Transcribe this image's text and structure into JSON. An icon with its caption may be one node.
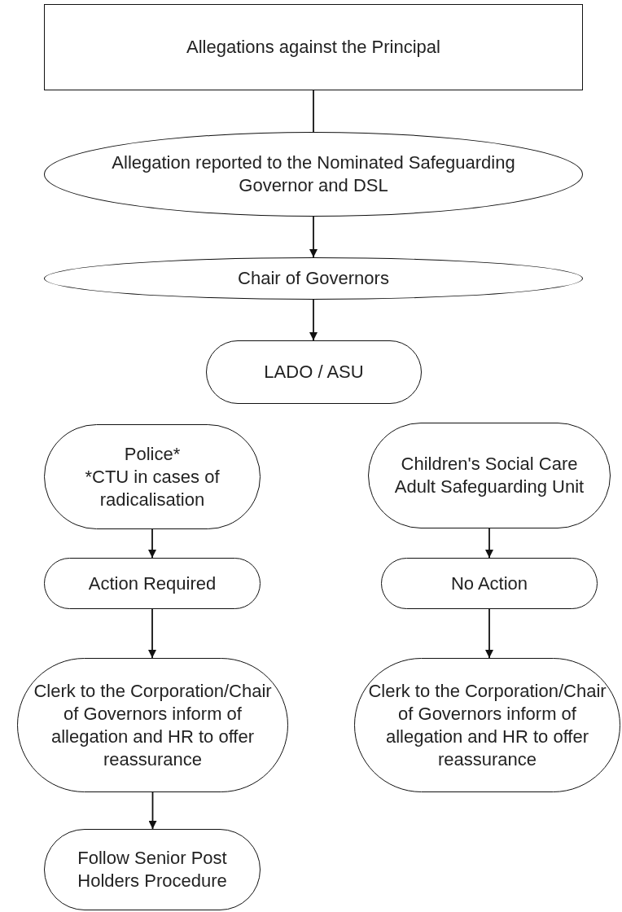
{
  "diagram": {
    "nodes": [
      {
        "text": [
          "Allegations against the Principal"
        ]
      },
      {
        "text": [
          "Allegation reported to the Nominated Safeguarding Governor and DSL"
        ]
      },
      {
        "text": [
          "Chair of Governors"
        ]
      },
      {
        "text": [
          "LADO / ASU"
        ]
      },
      {
        "text": [
          "Police*",
          "*CTU in cases of radicalisation"
        ]
      },
      {
        "text": [
          "Children's Social Care",
          "Adult Safeguarding Unit"
        ]
      },
      {
        "text": [
          "Action Required"
        ]
      },
      {
        "text": [
          "No Action"
        ]
      },
      {
        "text": [
          "Clerk to the Corporation/Chair of Governors inform of allegation and HR to offer reassurance"
        ]
      },
      {
        "text": [
          "Clerk to the Corporation/Chair of Governors inform of allegation and HR to offer reassurance"
        ]
      },
      {
        "text": [
          "Follow Senior Post Holders Procedure"
        ]
      }
    ],
    "edges": [
      {
        "from": 0,
        "to": 1,
        "arrow": "none"
      },
      {
        "from": 1,
        "to": 2,
        "arrow": "to"
      },
      {
        "from": 2,
        "to": 3,
        "arrow": "to"
      },
      {
        "from": 4,
        "to": 6,
        "arrow": "to"
      },
      {
        "from": 5,
        "to": 7,
        "arrow": "to"
      },
      {
        "from": 6,
        "to": 8,
        "arrow": "to"
      },
      {
        "from": 7,
        "to": 9,
        "arrow": "to"
      },
      {
        "from": 8,
        "to": 10,
        "arrow": "to"
      }
    ]
  }
}
